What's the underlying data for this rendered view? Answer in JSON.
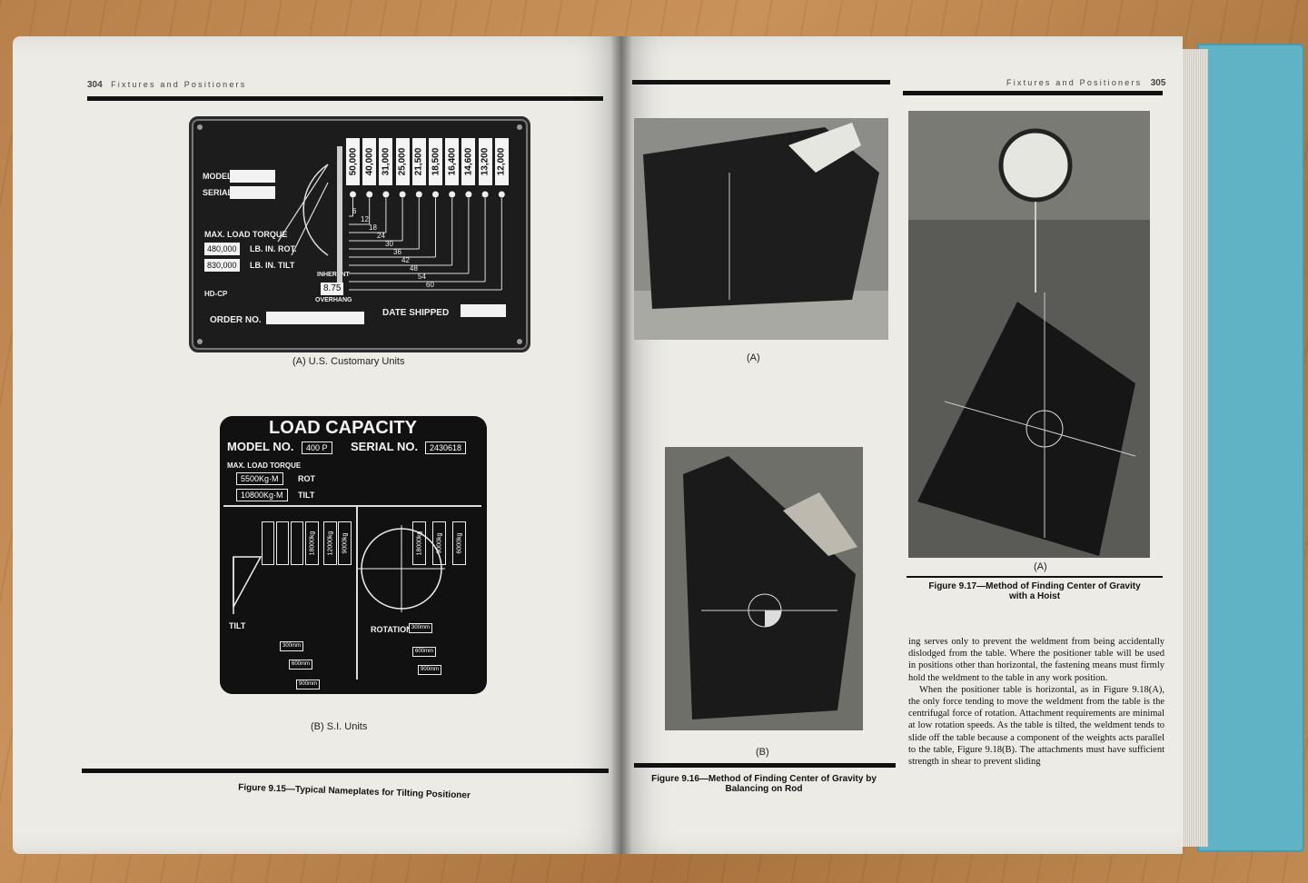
{
  "left_page": {
    "page_number": "304",
    "running_head": "Fixtures and Positioners"
  },
  "right_page": {
    "page_number": "305",
    "running_head": "Fixtures and Positioners"
  },
  "nameplate_a": {
    "model_label": "MODEL",
    "serial_label": "SERIAL",
    "max_load_torque_label": "MAX. LOAD TORQUE",
    "rot_value": "480,000",
    "rot_unit": "LB. IN. ROT.",
    "tilt_value": "830,000",
    "tilt_unit": "LB. IN. TILT",
    "hd_label": "HD-CP",
    "inherent_label": "INHERENT",
    "inherent_value": "8.75",
    "overhang_label": "OVERHANG",
    "order_no_label": "ORDER NO.",
    "date_shipped_label": "DATE SHIPPED",
    "capacities": [
      "50,000",
      "40,000",
      "31,000",
      "25,000",
      "21,500",
      "18,500",
      "16,400",
      "14,600",
      "13,200",
      "12,000"
    ],
    "distances": [
      "6",
      "12",
      "18",
      "24",
      "30",
      "36",
      "42",
      "48",
      "54",
      "60"
    ],
    "caption": "(A) U.S. Customary Units"
  },
  "nameplate_b": {
    "title": "LOAD CAPACITY",
    "model_label": "MODEL NO.",
    "model_value": "400 P",
    "serial_label": "SERIAL NO.",
    "serial_value": "2430618",
    "max_load_torque_label": "MAX. LOAD TORQUE",
    "rot_value": "5500Kg·M",
    "rot_label": "ROT",
    "tilt_value": "10800Kg·M",
    "tilt_label": "TILT",
    "tilt_capacities": [
      "18000kg",
      "12000kg",
      "9000kg"
    ],
    "rot_capacities": [
      "18000kg",
      "9000kg",
      "6000kg"
    ],
    "tilt_section_label": "TILT",
    "rotation_section_label": "ROTATION",
    "tilt_dims": [
      "300mm",
      "600mm",
      "900mm"
    ],
    "rot_dims": [
      "300mm",
      "600mm",
      "900mm"
    ],
    "caption": "(B) S.I. Units"
  },
  "figure_9_15": "Figure 9.15—Typical Nameplates for Tilting Positioner",
  "figure_9_16": {
    "caption_a": "(A)",
    "caption_b": "(B)",
    "title_line1": "Figure 9.16—Method of Finding Center of Gravity by",
    "title_line2": "Balancing on Rod"
  },
  "figure_9_17": {
    "caption_a": "(A)",
    "title_line1": "Figure 9.17—Method of Finding Center of Gravity",
    "title_line2": "with a Hoist"
  },
  "body_paragraphs": [
    "ing serves only to prevent the weldment from being accidentally dislodged from the table. Where the positioner table will be used in positions other than horizontal, the fastening means must firmly hold the weldment to the table in any work position.",
    "When the positioner table is horizontal, as in Figure 9.18(A), the only force tending to move the weldment from the table is the centrifugal force of rotation. Attachment requirements are minimal at low rotation speeds. As the table is tilted, the weldment tends to slide off the table because a component of the weights acts parallel to the table, Figure 9.18(B). The attachments must have sufficient strength in shear to prevent sliding"
  ]
}
